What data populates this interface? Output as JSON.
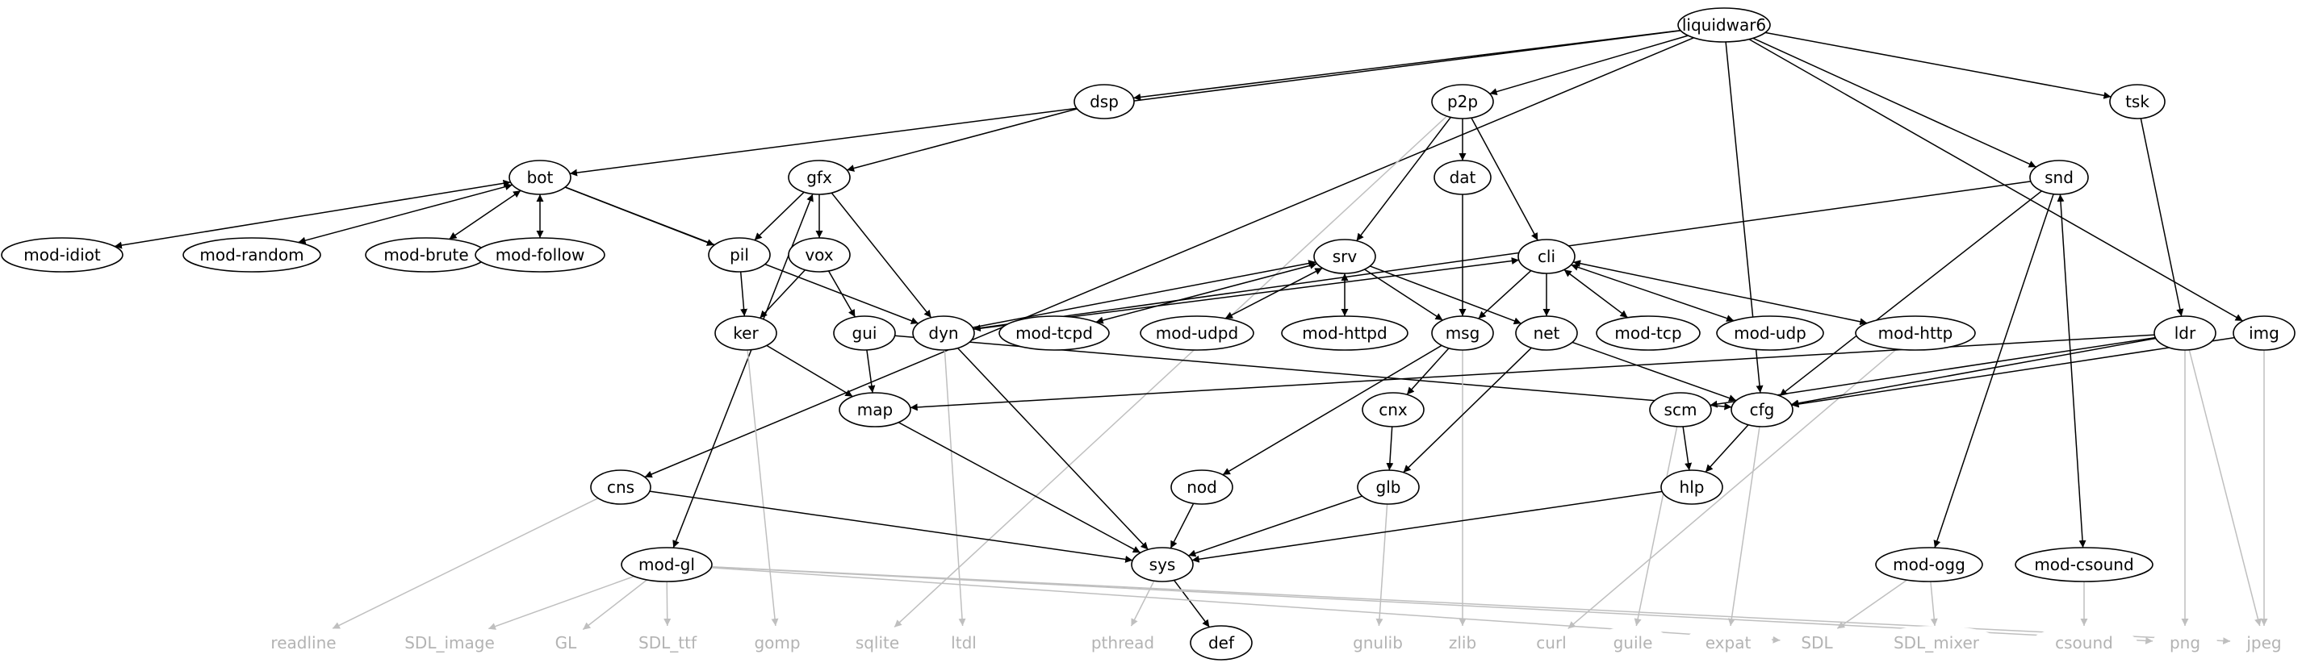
{
  "nodes": {
    "liquidwar6": {
      "label": "liquidwar6"
    },
    "dsp": {
      "label": "dsp"
    },
    "p2p": {
      "label": "p2p"
    },
    "tsk": {
      "label": "tsk"
    },
    "snd": {
      "label": "snd"
    },
    "bot": {
      "label": "bot"
    },
    "gfx": {
      "label": "gfx"
    },
    "dat": {
      "label": "dat"
    },
    "srv": {
      "label": "srv"
    },
    "cli": {
      "label": "cli"
    },
    "mod_idiot": {
      "label": "mod-idiot"
    },
    "mod_random": {
      "label": "mod-random"
    },
    "mod_brute": {
      "label": "mod-brute"
    },
    "mod_follow": {
      "label": "mod-follow"
    },
    "pil": {
      "label": "pil"
    },
    "vox": {
      "label": "vox"
    },
    "ker": {
      "label": "ker"
    },
    "gui": {
      "label": "gui"
    },
    "dyn": {
      "label": "dyn"
    },
    "mod_tcpd": {
      "label": "mod-tcpd"
    },
    "mod_udpd": {
      "label": "mod-udpd"
    },
    "mod_httpd": {
      "label": "mod-httpd"
    },
    "msg": {
      "label": "msg"
    },
    "net": {
      "label": "net"
    },
    "mod_tcp": {
      "label": "mod-tcp"
    },
    "mod_udp": {
      "label": "mod-udp"
    },
    "mod_http": {
      "label": "mod-http"
    },
    "ldr": {
      "label": "ldr"
    },
    "img": {
      "label": "img"
    },
    "map": {
      "label": "map"
    },
    "cnx": {
      "label": "cnx"
    },
    "scm": {
      "label": "scm"
    },
    "cfg": {
      "label": "cfg"
    },
    "cns": {
      "label": "cns"
    },
    "nod": {
      "label": "nod"
    },
    "glb": {
      "label": "glb"
    },
    "hlp": {
      "label": "hlp"
    },
    "mod_gl": {
      "label": "mod-gl"
    },
    "sys": {
      "label": "sys"
    },
    "mod_ogg": {
      "label": "mod-ogg"
    },
    "mod_csound": {
      "label": "mod-csound"
    },
    "readline": {
      "label": "readline"
    },
    "SDL_image": {
      "label": "SDL_image"
    },
    "GL": {
      "label": "GL"
    },
    "SDL_ttf": {
      "label": "SDL_ttf"
    },
    "gomp": {
      "label": "gomp"
    },
    "sqlite": {
      "label": "sqlite"
    },
    "ltdl": {
      "label": "ltdl"
    },
    "pthread": {
      "label": "pthread"
    },
    "def": {
      "label": "def"
    },
    "gnulib": {
      "label": "gnulib"
    },
    "zlib": {
      "label": "zlib"
    },
    "curl": {
      "label": "curl"
    },
    "guile": {
      "label": "guile"
    },
    "expat": {
      "label": "expat"
    },
    "SDL": {
      "label": "SDL"
    },
    "SDL_mixer": {
      "label": "SDL_mixer"
    },
    "csound": {
      "label": "csound"
    },
    "png": {
      "label": "png"
    },
    "jpeg": {
      "label": "jpeg"
    }
  },
  "colors": {
    "edge": "#000000",
    "external_edge": "#bfbfbf",
    "external_label": "#b3b3b3",
    "node_border": "#000000"
  }
}
